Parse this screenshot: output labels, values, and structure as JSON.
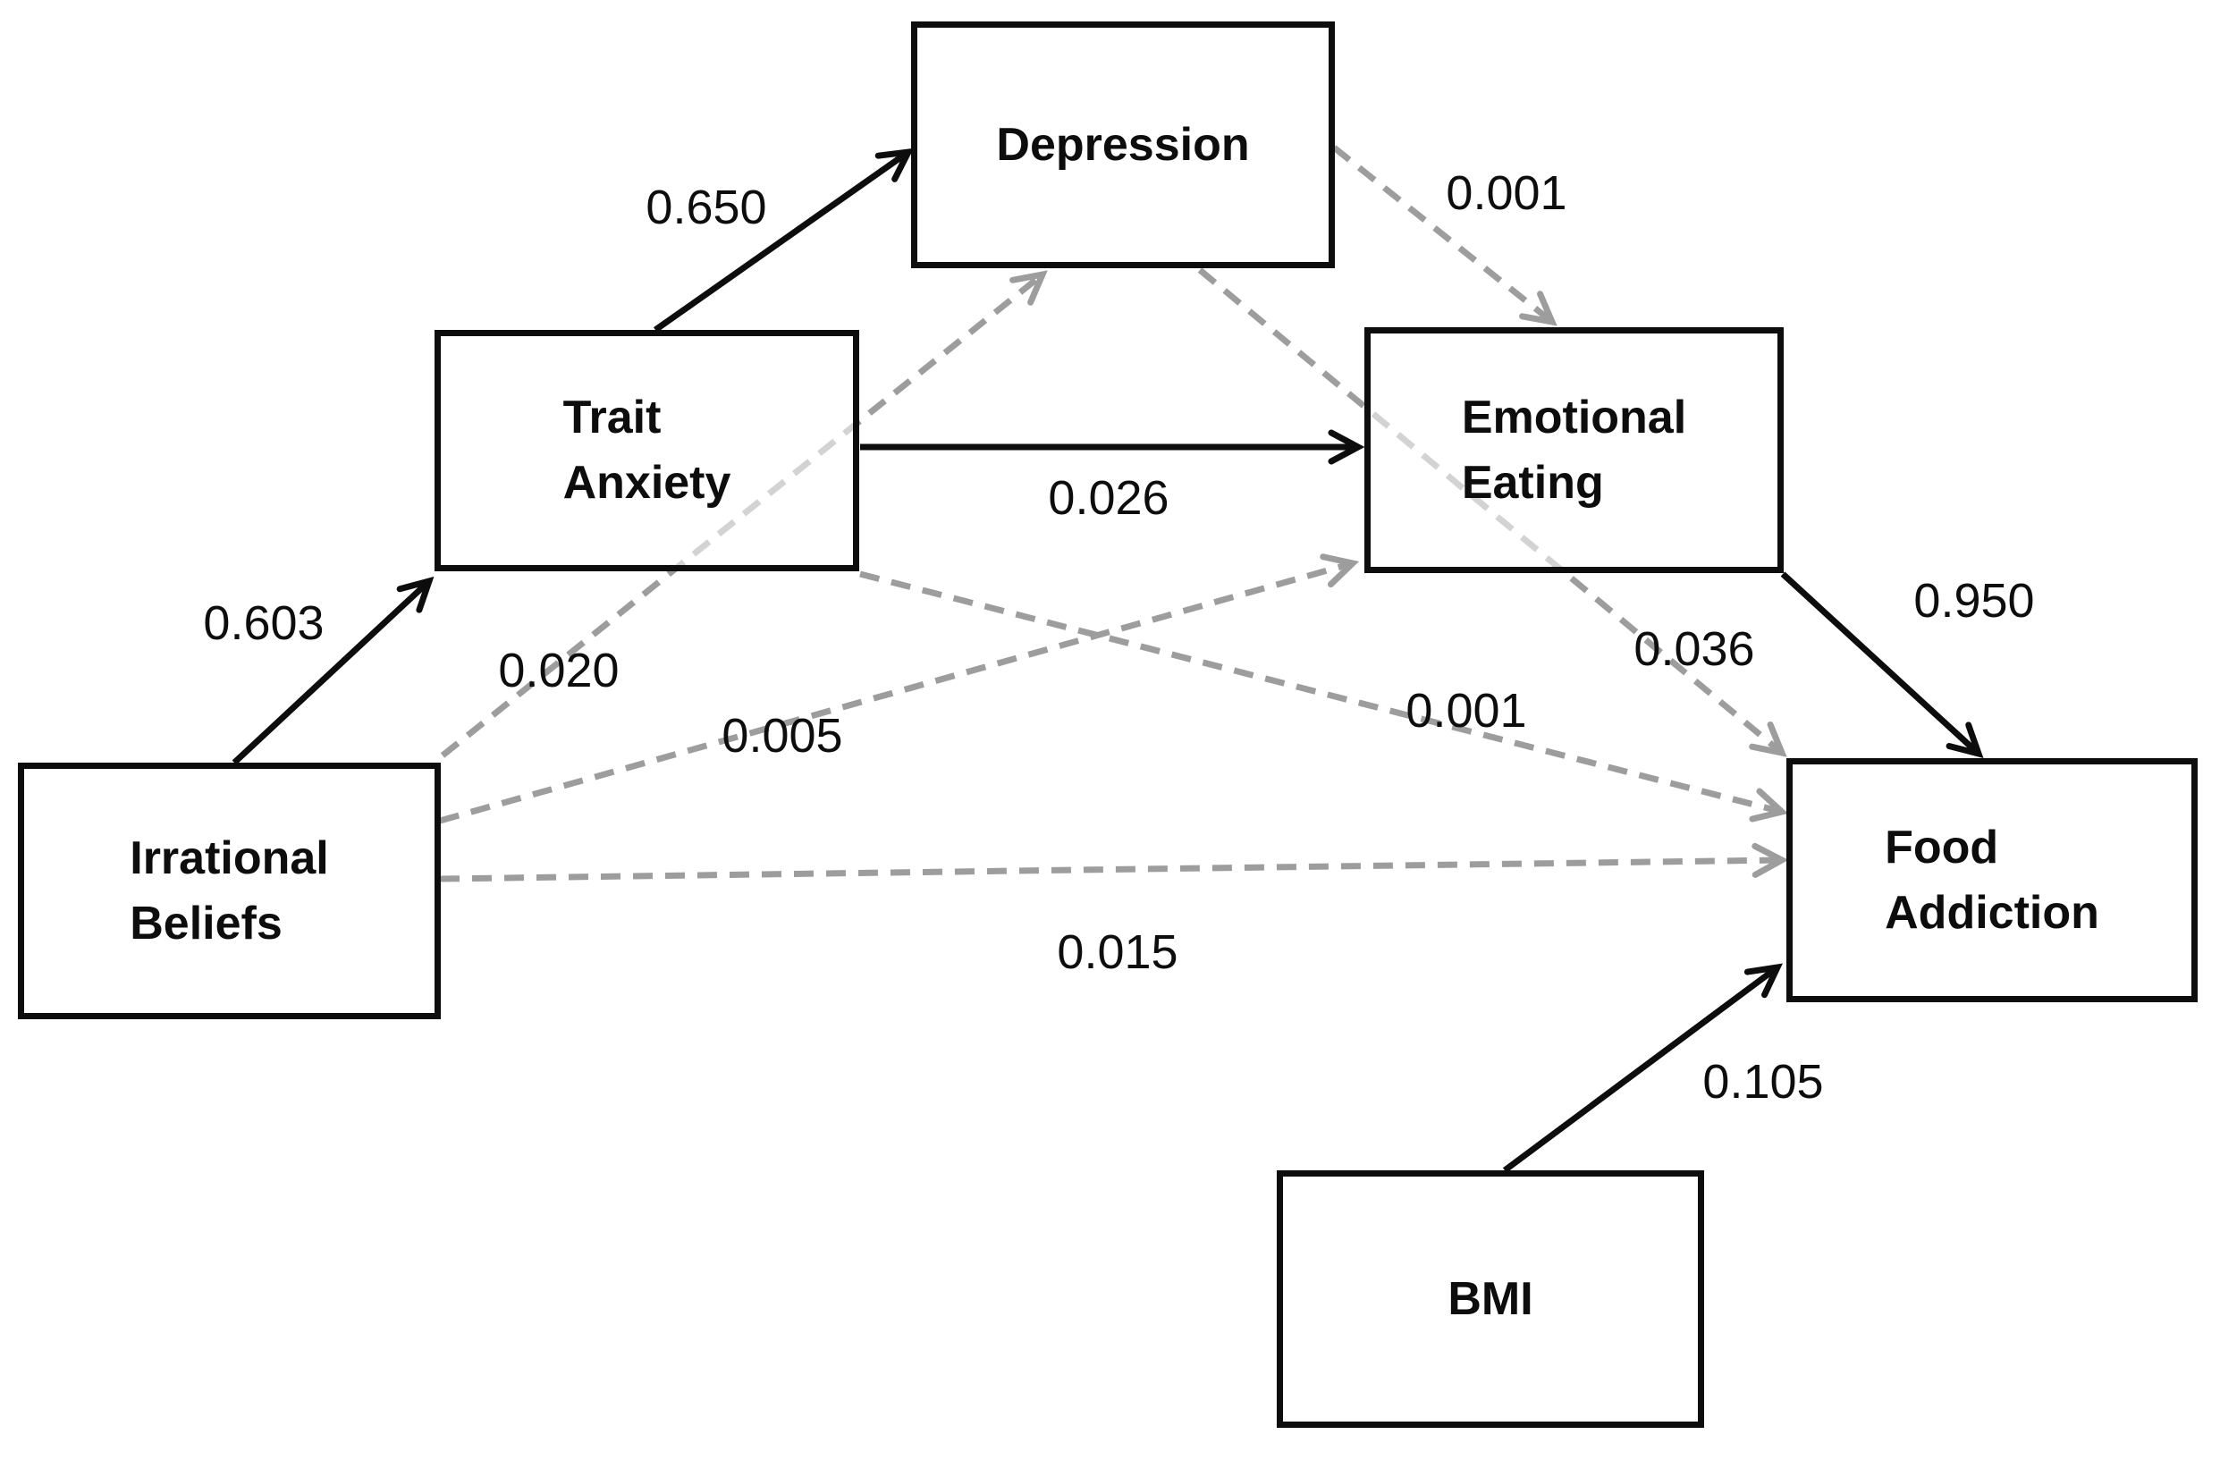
{
  "diagram": {
    "type": "path-model",
    "nodes": [
      {
        "id": "irrational_beliefs",
        "label": "Irrational\nBeliefs"
      },
      {
        "id": "trait_anxiety",
        "label": "Trait\nAnxiety"
      },
      {
        "id": "depression",
        "label": "Depression"
      },
      {
        "id": "emotional_eating",
        "label": "Emotional\nEating"
      },
      {
        "id": "food_addiction",
        "label": "Food\nAddiction"
      },
      {
        "id": "bmi",
        "label": "BMI"
      }
    ],
    "edges": [
      {
        "id": "ib_ta",
        "from": "irrational-beliefs",
        "to": "trait-anxiety",
        "value": "0.603",
        "style": "solid"
      },
      {
        "id": "ta_dep",
        "from": "trait-anxiety",
        "to": "depression",
        "value": "0.650",
        "style": "solid"
      },
      {
        "id": "ta_ee",
        "from": "trait-anxiety",
        "to": "emotional-eating",
        "value": "0.026",
        "style": "solid"
      },
      {
        "id": "ee_fa",
        "from": "emotional-eating",
        "to": "food-addiction",
        "value": "0.950",
        "style": "solid"
      },
      {
        "id": "bmi_fa",
        "from": "bmi",
        "to": "food-addiction",
        "value": "0.105",
        "style": "solid"
      },
      {
        "id": "ib_dep",
        "from": "irrational-beliefs",
        "to": "depression",
        "value": "0.020",
        "style": "dashed"
      },
      {
        "id": "ib_ee",
        "from": "irrational-beliefs",
        "to": "emotional-eating",
        "value": "0.005",
        "style": "dashed"
      },
      {
        "id": "ib_fa",
        "from": "irrational-beliefs",
        "to": "food-addiction",
        "value": "0.015",
        "style": "dashed"
      },
      {
        "id": "dep_ee",
        "from": "depression",
        "to": "emotional-eating",
        "value": "0.001",
        "style": "dashed"
      },
      {
        "id": "dep_fa",
        "from": "depression",
        "to": "food-addiction",
        "value": "0.036",
        "style": "dashed"
      },
      {
        "id": "ta_fa",
        "from": "trait-anxiety",
        "to": "food-addiction",
        "value": "0.001",
        "style": "dashed"
      }
    ]
  },
  "colors": {
    "line_solid": "#0d0d0d",
    "line_dashed": "#9d9d9d",
    "box_border": "#0d0d0d",
    "text": "#0d0d0d",
    "background": "#ffffff"
  }
}
